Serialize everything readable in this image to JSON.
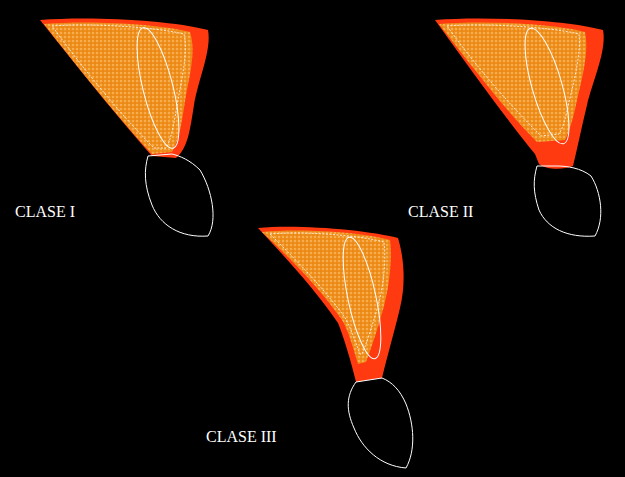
{
  "diagram": {
    "labels": [
      "CLASE I",
      "CLASE II",
      "CLASE III"
    ]
  }
}
